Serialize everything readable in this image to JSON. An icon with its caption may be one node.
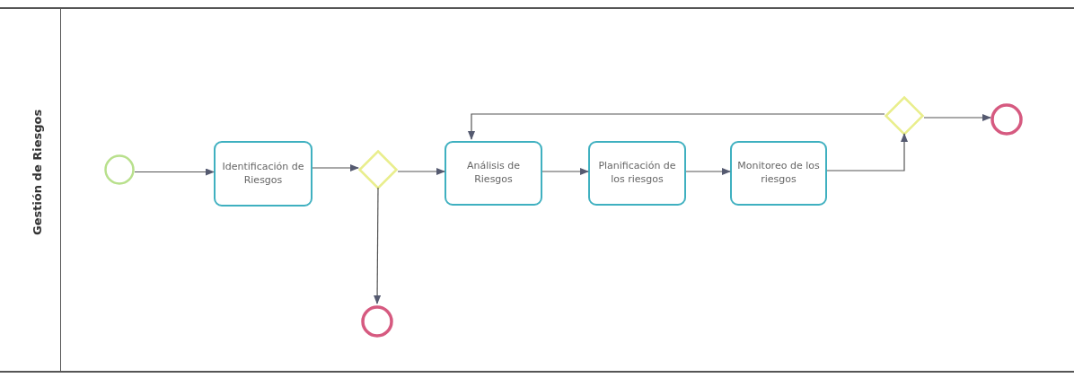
{
  "diagram": {
    "nodes": [
      {
        "text": [
          "Gestión de Riesgos"
        ]
      },
      {
        "text": [],
        "shape": "circle",
        "in": 0
      },
      {
        "text": [
          "Identificación de Riesgos"
        ],
        "in": 0
      },
      {
        "text": [],
        "shape": "diamond",
        "in": 0
      },
      {
        "text": [
          "Análisis de Riesgos"
        ],
        "in": 0
      },
      {
        "text": [
          "Planificación de los riesgos"
        ],
        "in": 0
      },
      {
        "text": [
          "Monitoreo de los riesgos"
        ],
        "in": 0
      },
      {
        "text": [],
        "shape": "diamond",
        "in": 0
      },
      {
        "text": [],
        "shape": "circle",
        "in": 0
      },
      {
        "text": [],
        "shape": "circle",
        "in": 0
      }
    ],
    "edges": [
      {
        "from": 1,
        "to": 2,
        "arrow": "to"
      },
      {
        "from": 2,
        "to": 3,
        "arrow": "to"
      },
      {
        "from": 3,
        "to": 4,
        "arrow": "to"
      },
      {
        "from": 3,
        "to": 9,
        "arrow": "to"
      },
      {
        "from": 4,
        "to": 5,
        "arrow": "to"
      },
      {
        "from": 5,
        "to": 6,
        "arrow": "to"
      },
      {
        "from": 6,
        "to": 7,
        "arrow": "to"
      },
      {
        "from": 7,
        "to": 4,
        "arrow": "to"
      },
      {
        "from": 7,
        "to": 8,
        "arrow": "to"
      }
    ]
  }
}
